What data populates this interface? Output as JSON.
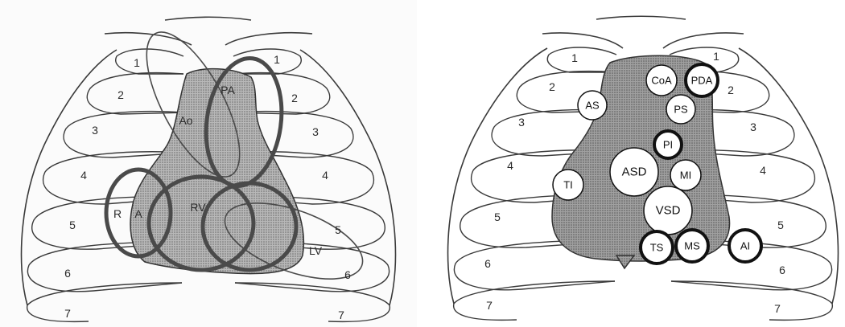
{
  "left_panel": {
    "rib_numbers_left": [
      "1",
      "2",
      "3",
      "4",
      "5",
      "6",
      "7"
    ],
    "rib_numbers_right": [
      "1",
      "2",
      "3",
      "4",
      "5",
      "6",
      "7"
    ],
    "chamber_labels": {
      "pa": "PA",
      "ao": "Ao",
      "ra_r": "R",
      "ra_a": "A",
      "rv": "RV",
      "lv": "LV"
    }
  },
  "right_panel": {
    "rib_numbers_left": [
      "1",
      "2",
      "3",
      "4",
      "5",
      "6",
      "7"
    ],
    "rib_numbers_right": [
      "1",
      "2",
      "3",
      "4",
      "5",
      "6",
      "7"
    ],
    "lesions": {
      "coa": "CoA",
      "pda": "PDA",
      "as": "AS",
      "ps": "PS",
      "pi": "PI",
      "asd": "ASD",
      "mi": "MI",
      "ti": "TI",
      "vsd": "VSD",
      "ts": "TS",
      "ms": "MS",
      "ai": "AI"
    }
  },
  "colors": {
    "heart_fill": "#a9a9a9",
    "line": "#333333",
    "background": "#ffffff"
  }
}
